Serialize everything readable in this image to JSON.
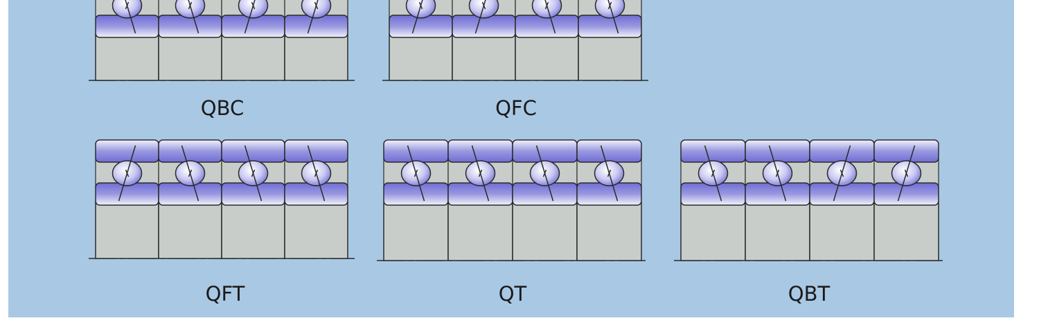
{
  "arrangements": [
    {
      "id": "QBC",
      "label": "QBC",
      "contact_lines": [
        "/",
        "/",
        "\\",
        "\\"
      ]
    },
    {
      "id": "QFC",
      "label": "QFC",
      "contact_lines": [
        "\\",
        "\\",
        "/",
        "/"
      ]
    },
    {
      "id": "QFT",
      "label": "QFT",
      "contact_lines": [
        "\\",
        "/",
        "/",
        "/"
      ]
    },
    {
      "id": "QT",
      "label": "QT",
      "contact_lines": [
        "/",
        "/",
        "/",
        "/"
      ]
    },
    {
      "id": "QBT",
      "label": "QBT",
      "contact_lines": [
        "/",
        "/",
        "\\",
        "\\"
      ]
    }
  ],
  "colors": {
    "panel": "#a9c8e4",
    "housing": "#c9cdc9",
    "ring_light": "#f2f2fb",
    "ring_dark": "#6f6ed4",
    "outline": "#2a2a2a"
  }
}
